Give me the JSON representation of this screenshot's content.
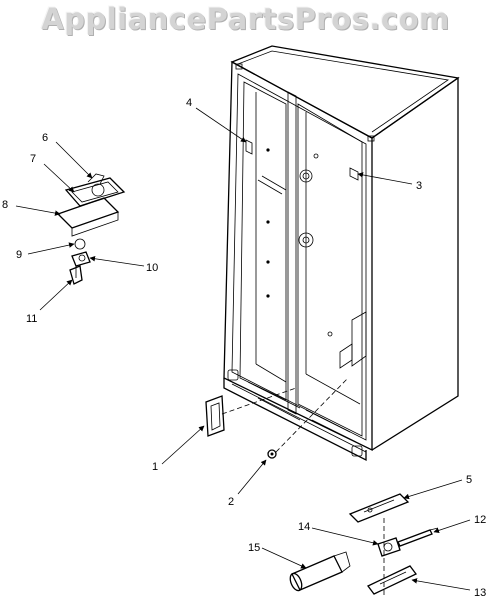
{
  "watermark": "AppliancePartsPros.com",
  "callouts": [
    {
      "number": "1"
    },
    {
      "number": "2"
    },
    {
      "number": "3"
    },
    {
      "number": "4"
    },
    {
      "number": "5"
    },
    {
      "number": "6"
    },
    {
      "number": "7"
    },
    {
      "number": "8"
    },
    {
      "number": "9"
    },
    {
      "number": "10"
    },
    {
      "number": "11"
    },
    {
      "number": "12"
    },
    {
      "number": "13"
    },
    {
      "number": "14"
    },
    {
      "number": "15"
    }
  ]
}
